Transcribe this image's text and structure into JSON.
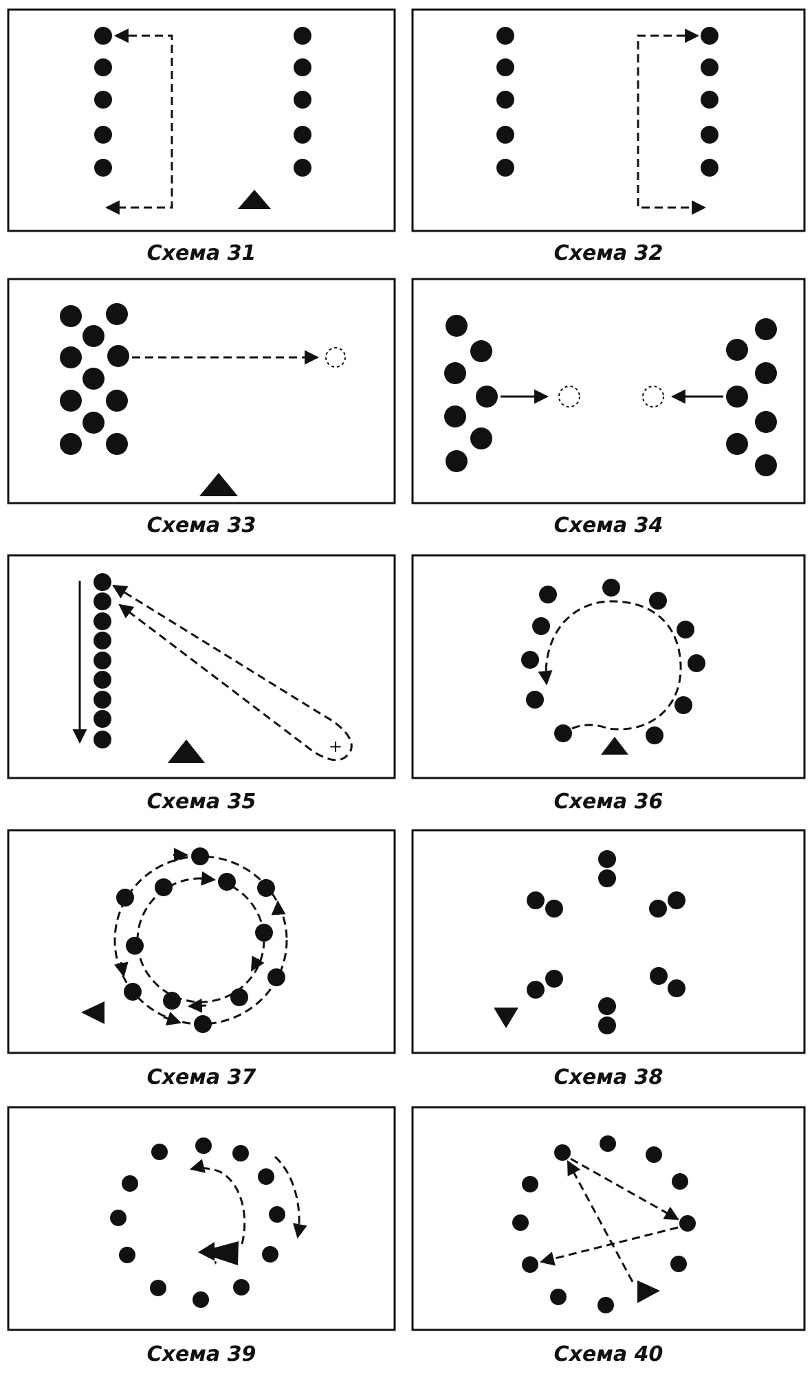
{
  "captions": {
    "s31": "Схема 31",
    "s32": "Схема 32",
    "s33": "Схема 33",
    "s34": "Схема 34",
    "s35": "Схема 35",
    "s36": "Схема 36",
    "s37": "Схема 37",
    "s38": "Схема 38",
    "s39": "Схема 39",
    "s40": "Схема 40"
  },
  "marks": {
    "plus": "+"
  },
  "colors": {
    "ink": "#111111",
    "paper": "#ffffff"
  },
  "icons": {
    "player": "black-dot",
    "leader": "black-triangle",
    "target": "dashed-circle"
  }
}
